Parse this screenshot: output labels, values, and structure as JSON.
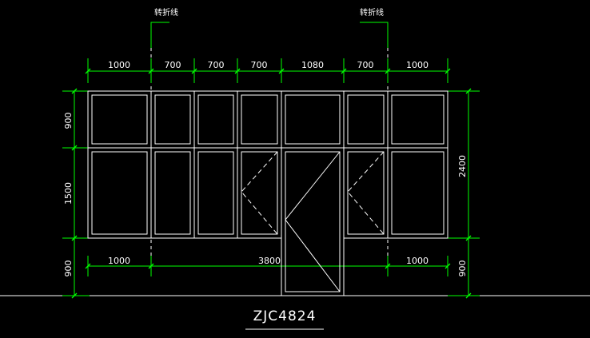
{
  "colors": {
    "background": "#000000",
    "frame": "#ffffff",
    "dimension": "#00ff00",
    "label": "#ffffff"
  },
  "annotations": {
    "break_line_left": "转折线",
    "break_line_right": "转折线"
  },
  "top_dimensions": [
    "1000",
    "700",
    "700",
    "700",
    "1080",
    "700",
    "1000"
  ],
  "bottom_dimensions": [
    "1000",
    "3800",
    "1000"
  ],
  "left_dimensions": [
    "900",
    "1500",
    "900"
  ],
  "right_dimensions": [
    "2400",
    "900"
  ],
  "drawing_code": "ZJC4824"
}
